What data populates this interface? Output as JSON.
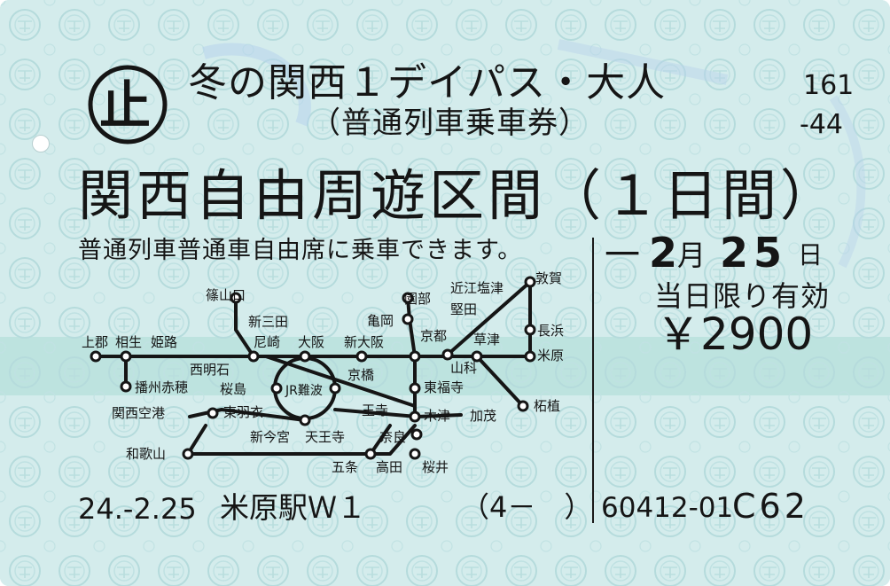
{
  "ticket": {
    "title": "冬の関西１デイパス・大人",
    "subtitle": "（普通列車乗車券）",
    "serial_top": "161",
    "serial_bottom": "-44",
    "issuer_mark": "止",
    "area": "関西自由周遊区間（１日間）",
    "note": "普通列車普通車自由席に乗車できます。",
    "date_prefix": "一",
    "date_month": "2",
    "date_month_unit": "月",
    "date_day": "25",
    "date_day_unit": "日",
    "validity": "当日限り有効",
    "price": "￥2900",
    "issue_date": "24.-2.25",
    "issue_station": "米原駅Ｗ１",
    "issue_number": "（4－　）",
    "code": "60412-01",
    "code2": "C62"
  },
  "stations": {
    "kinosaki": "篠山口",
    "shinsanda": "新三田",
    "amagasaki": "尼崎",
    "osaka": "大阪",
    "shinosaka": "新大阪",
    "kameoka": "亀岡",
    "sonobe": "園部",
    "omishiotsu": "近江塩津",
    "katata": "堅田",
    "tsuruga": "敦賀",
    "nagahama": "長浜",
    "maibara": "米原",
    "kusatsu": "草津",
    "kyoto": "京都",
    "yamashina": "山科",
    "kamigori": "上郡",
    "aioi": "相生",
    "himeji": "姫路",
    "nishiakashi": "西明石",
    "banshuako": "播州赤穂",
    "kyobashi": "京橋",
    "sakurajima": "桜島",
    "jrnamba": "JR難波",
    "tofukuji": "東福寺",
    "kansaiairport": "関西空港",
    "higashihanazono": "東羽衣",
    "oji": "王寺",
    "kizu": "木津",
    "kamo": "加茂",
    "tsuge": "柘植",
    "shinimamiya": "新今宮",
    "tennoji": "天王寺",
    "nara": "奈良",
    "wakayama": "和歌山",
    "gojo": "五条",
    "takada": "高田",
    "sakurai": "桜井"
  }
}
